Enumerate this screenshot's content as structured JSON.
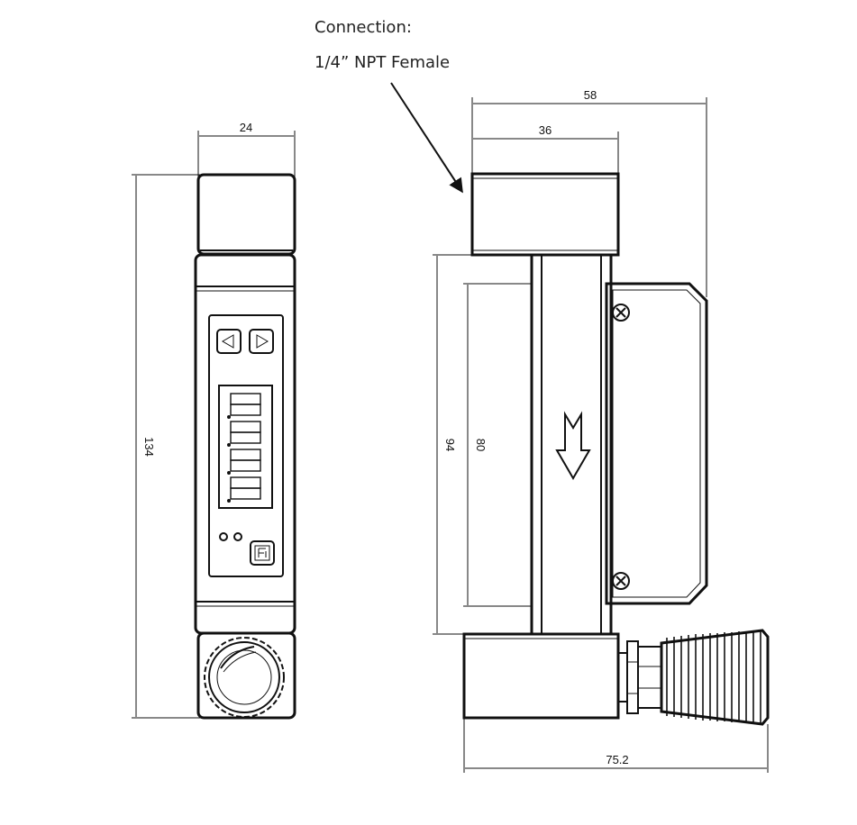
{
  "connection_note": {
    "line1": "Connection:",
    "line2": "1/4” NPT Female"
  },
  "front_view": {
    "width_label": "24",
    "height_label": "134"
  },
  "side_view": {
    "top_outer_label": "58",
    "top_inner_label": "36",
    "tube_height_label": "94",
    "scale_height_label": "80",
    "bottom_width_label": "75.2"
  }
}
